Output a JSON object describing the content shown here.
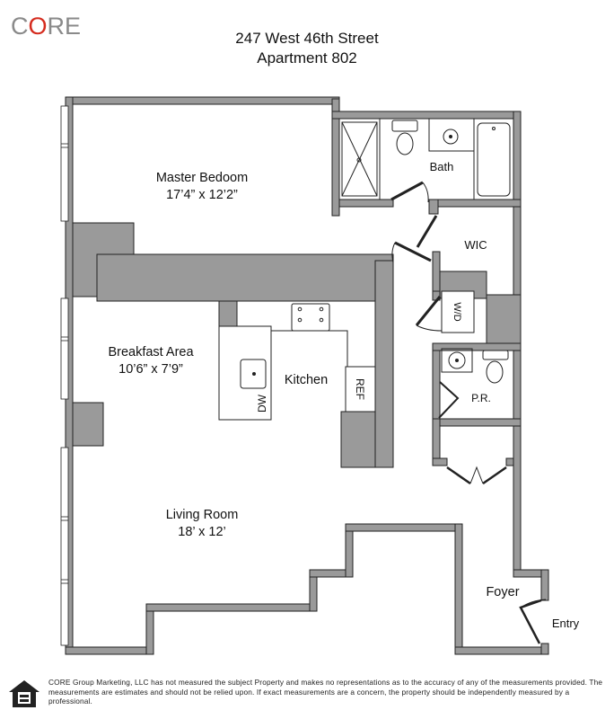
{
  "header": {
    "logo": {
      "prefix": "C",
      "accent": "O",
      "suffix": "RE",
      "color": "#8a8a8a",
      "accent_color": "#d52b1e"
    },
    "address_line1": "247 West 46th Street",
    "address_line2": "Apartment 802"
  },
  "rooms": {
    "master_bedroom": {
      "name": "Master Bedoom",
      "dims": "17’4” x 12’2”"
    },
    "bath": {
      "name": "Bath"
    },
    "wic": {
      "name": "WIC"
    },
    "wd": {
      "name": "W/D"
    },
    "breakfast_area": {
      "name": "Breakfast Area",
      "dims": "10’6” x 7’9”"
    },
    "kitchen": {
      "name": "Kitchen"
    },
    "dw": {
      "name": "DW"
    },
    "ref": {
      "name": "REF"
    },
    "powder_room": {
      "name": "P.R."
    },
    "living_room": {
      "name": "Living Room",
      "dims": "18’ x 12’"
    },
    "foyer": {
      "name": "Foyer"
    },
    "entry": {
      "name": "Entry"
    }
  },
  "colors": {
    "wall": "#9a9a9a",
    "outline": "#222222",
    "background": "#ffffff"
  },
  "footer": {
    "equal_housing_icon": "equal-housing-opportunity-icon",
    "disclaimer": "CORE Group Marketing, LLC has not measured the subject Property and makes no representations as to the accuracy of any of the measurements provided. The measurements are estimates and should not be relied upon. If exact measurements are a concern, the property should be independently measured by a professional."
  }
}
